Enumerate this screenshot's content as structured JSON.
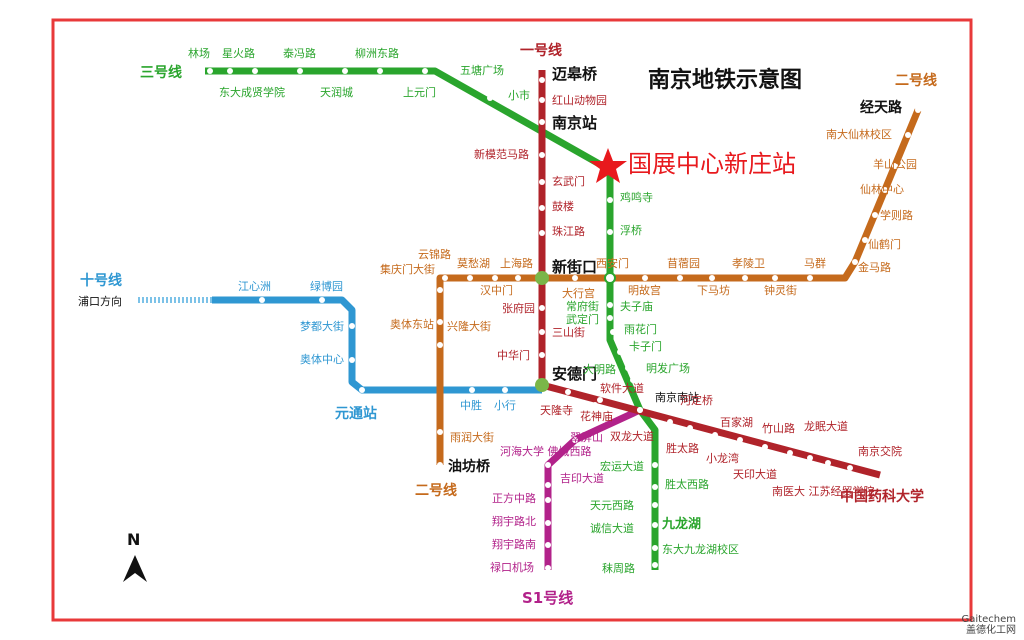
{
  "title": "南京地铁示意图",
  "highlight_station": "国展中心新庄站",
  "north_label": "N",
  "watermark": {
    "brand": "Gaitechem",
    "text": "盖德化工网"
  },
  "colors": {
    "line1": "#b0232a",
    "line2": "#c56a1c",
    "line3": "#2aa52d",
    "line10": "#2f97d2",
    "lineS1": "#b2228a",
    "border": "#e8393a",
    "star": "#e8191d"
  },
  "lines": {
    "line1": {
      "name": "一号线"
    },
    "line2": {
      "name_top": "二号线",
      "name_bottom": "二号线"
    },
    "line3": {
      "name": "三号线"
    },
    "line10": {
      "name": "十号线",
      "direction": "浦口方向"
    },
    "lineS1": {
      "name": "S1号线"
    }
  },
  "stations": {
    "line3_west": [
      "林场",
      "星火路",
      "泰冯路",
      "柳洲东路",
      "东大成贤学院",
      "天润城",
      "上元门",
      "五塘广场",
      "小市"
    ],
    "line1_north": [
      "迈皋桥",
      "红山动物园",
      "南京站",
      "新模范马路",
      "玄武门",
      "鼓楼",
      "珠江路",
      "新街口",
      "张府园",
      "三山街",
      "中华门",
      "安德门"
    ],
    "line3_south": [
      "鸡鸣寺",
      "浮桥",
      "大行宫",
      "常府街",
      "夫子庙",
      "武定门",
      "雨花门",
      "卡子门",
      "大明路",
      "明发广场",
      "南京南站",
      "宏运大道",
      "胜太西路",
      "天元西路",
      "九龙湖",
      "诚信大道",
      "东大九龙湖校区",
      "秣周路"
    ],
    "line2": [
      "经天路",
      "南大仙林校区",
      "羊山公园",
      "仙林中心",
      "学则路",
      "仙鹤门",
      "金马路",
      "马群",
      "钟灵街",
      "孝陵卫",
      "下马坊",
      "苜蓿园",
      "明故宫",
      "西安门",
      "汉中门",
      "上海路",
      "莫愁湖",
      "云锦路",
      "集庆门大街",
      "兴隆大街",
      "奥体东站",
      "雨润大街",
      "元通站",
      "油坊桥"
    ],
    "line10": [
      "江心洲",
      "绿博园",
      "梦都大街",
      "奥体中心",
      "中胜",
      "小行"
    ],
    "line1_south": [
      "天隆寺",
      "软件大道",
      "花神庙",
      "双龙大道",
      "河定桥",
      "胜太路",
      "百家湖",
      "小龙湾",
      "竹山路",
      "天印大道",
      "龙眠大道",
      "南医大 江苏经贸学院",
      "南京交院",
      "中国药科大学"
    ],
    "lineS1": [
      "翠屏山",
      "河海大学 佛城西路",
      "吉印大道",
      "正方中路",
      "翔宇路北",
      "翔宇路南",
      "禄口机场"
    ]
  }
}
